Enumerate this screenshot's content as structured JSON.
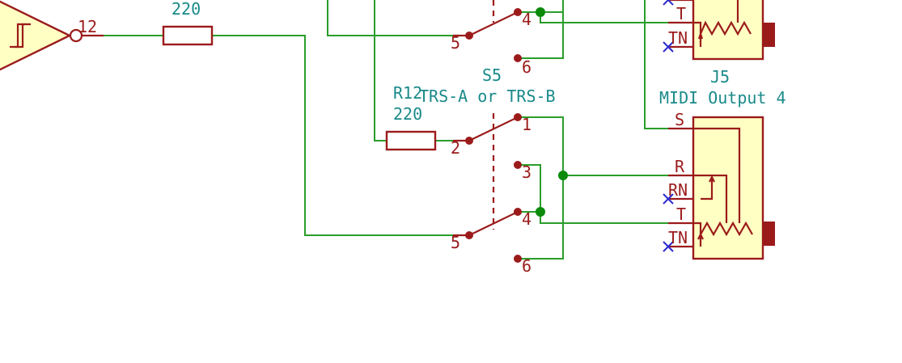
{
  "components": {
    "r_top": {
      "value": "220"
    },
    "r12": {
      "ref": "R12",
      "value": "220"
    },
    "s5": {
      "ref": "S5",
      "value": "TRS-A or TRS-B"
    },
    "j5": {
      "ref": "J5",
      "value": "MIDI Output 4"
    },
    "gate": {
      "pin": "12"
    }
  },
  "pins": {
    "top_switch": {
      "p5": "5",
      "p4": "4",
      "p6": "6"
    },
    "switch": {
      "p1": "1",
      "p2": "2",
      "p3": "3",
      "p4": "4",
      "p5": "5",
      "p6": "6"
    },
    "jack_top": {
      "t": "T",
      "tn": "TN"
    },
    "jack": {
      "s": "S",
      "r": "R",
      "rn": "RN",
      "t": "T",
      "tn": "TN"
    }
  },
  "colors": {
    "wire": "#2a9d2a",
    "component": "#9b1b1b",
    "fill": "#ffffc4",
    "label": "#1a8a8a",
    "junction": "#0b8a0b",
    "no_connect": "#2d2dd0"
  }
}
